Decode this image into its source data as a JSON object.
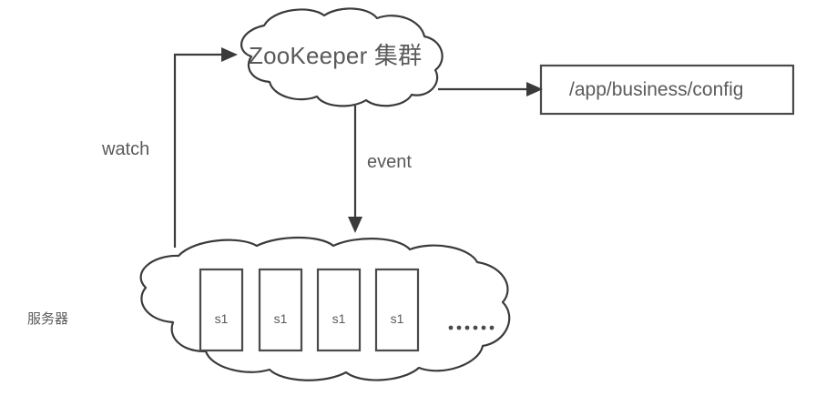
{
  "diagram": {
    "title": "ZooKeeper watch/event configuration diagram",
    "background_color": "#ffffff",
    "stroke_color": "#3b3b3b",
    "text_color": "#5a5a5a",
    "nodes": {
      "zookeeper_cloud": {
        "label": "ZooKeeper 集群",
        "shape": "cloud"
      },
      "config_box": {
        "label": "/app/business/config",
        "shape": "rectangle"
      },
      "server_cloud": {
        "label": "服务器",
        "shape": "cloud",
        "ellipsis": "......",
        "servers": [
          {
            "label": "s1"
          },
          {
            "label": "s1"
          },
          {
            "label": "s1"
          },
          {
            "label": "s1"
          }
        ]
      }
    },
    "edges": [
      {
        "id": "watch",
        "label": "watch",
        "from": "server_cloud",
        "to": "zookeeper_cloud"
      },
      {
        "id": "event",
        "label": "event",
        "from": "zookeeper_cloud",
        "to": "server_cloud"
      },
      {
        "id": "config",
        "label": "",
        "from": "zookeeper_cloud",
        "to": "config_box"
      }
    ]
  }
}
